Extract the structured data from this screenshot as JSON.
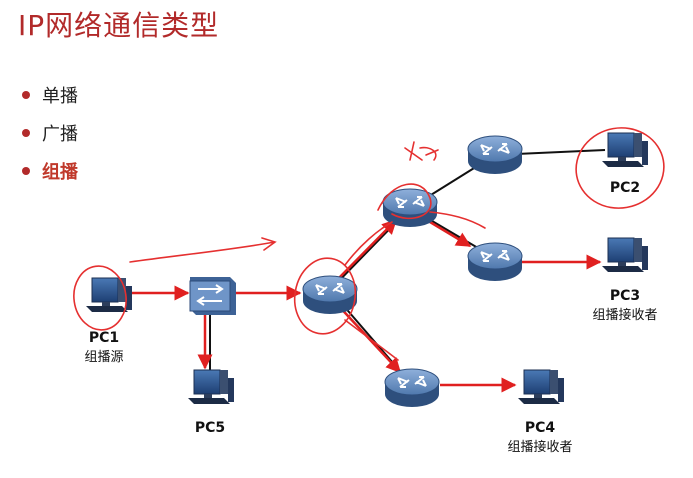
{
  "title": "IP网络通信类型",
  "bullets": [
    {
      "label": "单播",
      "active": false
    },
    {
      "label": "广播",
      "active": false
    },
    {
      "label": "组播",
      "active": true
    }
  ],
  "nodes": {
    "pc1": {
      "name": "PC1",
      "role": "组播源"
    },
    "pc2": {
      "name": "PC2"
    },
    "pc3": {
      "name": "PC3",
      "role": "组播接收者"
    },
    "pc4": {
      "name": "PC4",
      "role": "组播接收者"
    },
    "pc5": {
      "name": "PC5"
    }
  },
  "colors": {
    "accent": "#b22a2a",
    "flow": "#e02020",
    "ink": "#e02020",
    "router": "#5b84b8",
    "link": "#111111"
  },
  "icons": [
    "router-icon",
    "switch-icon",
    "pc-icon"
  ]
}
